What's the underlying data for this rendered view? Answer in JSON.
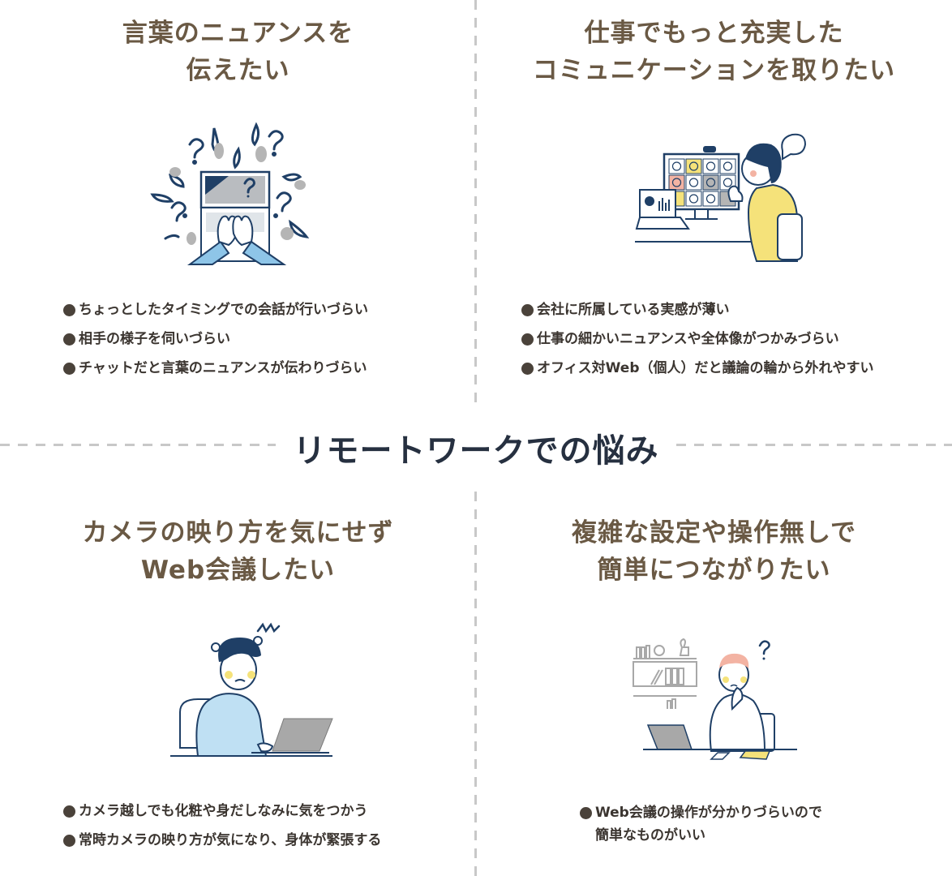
{
  "heading": "リモートワークでの悩み",
  "colors": {
    "quadrant_title": "#6a5944",
    "center_title": "#263040",
    "bullet_text": "#3b3530",
    "divider": "#c8c8c8",
    "illustration_navy": "#1f3f66",
    "illustration_blue": "#8ec5e8",
    "illustration_yellow": "#f5e27a",
    "illustration_gray": "#b5b5b5",
    "illustration_pink": "#f3b3a3"
  },
  "quadrants": [
    {
      "title_lines": [
        "言葉のニュアンスを",
        "伝えたい"
      ],
      "illustration": "confused-laptop-typing-illustration",
      "bullets": [
        "ちょっとしたタイミングでの会話が行いづらい",
        "相手の様子を伺いづらい",
        "チャットだと言葉のニュアンスが伝わりづらい"
      ]
    },
    {
      "title_lines": [
        "仕事でもっと充実した",
        "コミュニケーションを取りたい"
      ],
      "illustration": "woman-video-conference-illustration",
      "bullets": [
        "会社に所属している実感が薄い",
        "仕事の細かいニュアンスや全体像がつかみづらい",
        "オフィス対Web（個人）だと議論の輪から外れやすい"
      ]
    },
    {
      "title_lines": [
        "カメラの映り方を気にせず",
        "Web会議したい"
      ],
      "illustration": "stressed-man-laptop-illustration",
      "bullets": [
        "カメラ越しでも化粧や身だしなみに気をつかう",
        "常時カメラの映り方が気になり、身体が緊張する"
      ]
    },
    {
      "title_lines": [
        "複雑な設定や操作無しで",
        "簡単につながりたい"
      ],
      "illustration": "puzzled-man-desk-illustration",
      "bullets": [
        [
          "Web会議の操作が分かりづらいので",
          "簡単なものがいい"
        ]
      ]
    }
  ]
}
